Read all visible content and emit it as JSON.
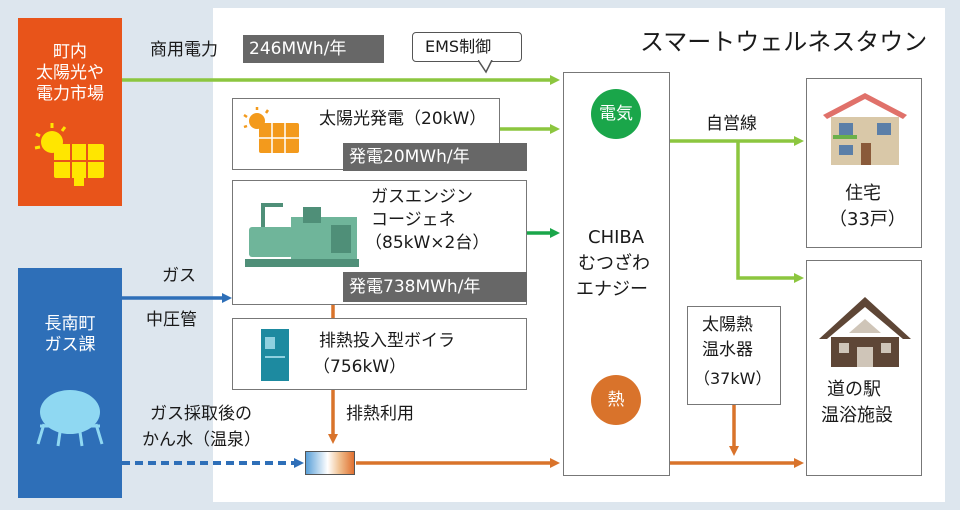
{
  "town_title": "スマートウェルネスタウン",
  "left_top": {
    "lines": [
      "町内",
      "太陽光や",
      "電力市場"
    ],
    "icon": "solar-panel-icon"
  },
  "left_bottom": {
    "lines": [
      "長南町",
      "ガス課"
    ],
    "icon": "gas-tank-icon"
  },
  "commercial_power": {
    "label": "商用電力",
    "value": "246MWh/年"
  },
  "ems_callout": "EMS制御",
  "solar_power": {
    "title": "太陽光発電（20kW）",
    "output": "発電20MWh/年",
    "icon": "solar-panel-icon"
  },
  "gas_engine": {
    "lines": [
      "ガスエンジン",
      "コージェネ",
      "（85kW×2台）"
    ],
    "output": "発電738MWh/年",
    "icon": "gas-engine-icon"
  },
  "gas_supply": {
    "label": "ガス",
    "sublabel": "中圧管"
  },
  "boiler": {
    "title": "排熱投入型ボイラ",
    "capacity": "（756kW）",
    "icon": "boiler-icon"
  },
  "waste_heat": "排熱利用",
  "brine": {
    "lines": [
      "ガス採取後の",
      "かん水（温泉）"
    ]
  },
  "center": {
    "lines": [
      "CHIBA",
      "むつざわ",
      "エナジー"
    ],
    "electric": "電気",
    "heat": "熱"
  },
  "private_line": "自営線",
  "solar_thermal": {
    "lines": [
      "太陽熱",
      "温水器",
      "（37kW）"
    ]
  },
  "housing": {
    "lines": [
      "住宅",
      "（33戸）"
    ],
    "icon": "house-icon"
  },
  "station": {
    "lines": [
      "道の駅",
      "温浴施設"
    ],
    "icon": "roadside-station-icon"
  },
  "colors": {
    "electric_green": "#8cc63f",
    "heat_orange": "#d9732b",
    "gas_blue": "#2e6fb8",
    "engine_green": "#1aa64a",
    "orange_box": "#e8541a"
  }
}
